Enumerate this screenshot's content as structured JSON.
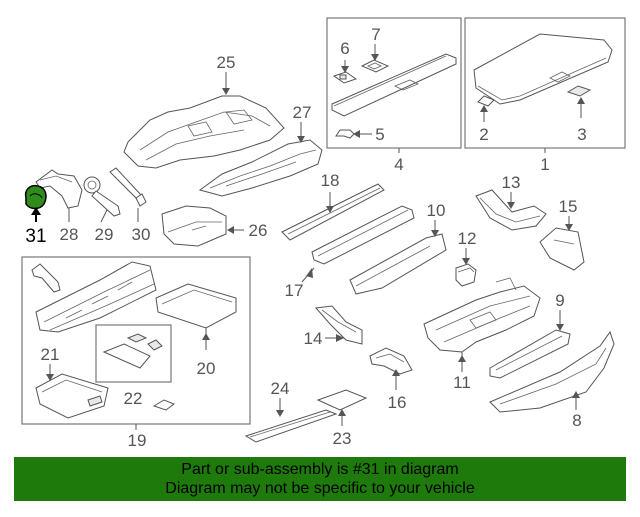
{
  "diagram": {
    "highlighted_part": "31",
    "labels": {
      "p1": "1",
      "p2": "2",
      "p3": "3",
      "p4": "4",
      "p5": "5",
      "p6": "6",
      "p7": "7",
      "p8": "8",
      "p9": "9",
      "p10": "10",
      "p11": "11",
      "p12": "12",
      "p13": "13",
      "p14": "14",
      "p15": "15",
      "p16": "16",
      "p17": "17",
      "p18": "18",
      "p19": "19",
      "p20": "20",
      "p21": "21",
      "p22": "22",
      "p23": "23",
      "p24": "24",
      "p25": "25",
      "p26": "26",
      "p27": "27",
      "p28": "28",
      "p29": "29",
      "p30": "30",
      "p31": "31"
    }
  },
  "banner": {
    "line1": "Part or sub-assembly is #31 in diagram",
    "line2": "Diagram may not be specific to your vehicle",
    "background": "#1d7a0b",
    "text_color": "#000000"
  },
  "colors": {
    "highlight": "#2e8b1c",
    "line": "#555555"
  }
}
